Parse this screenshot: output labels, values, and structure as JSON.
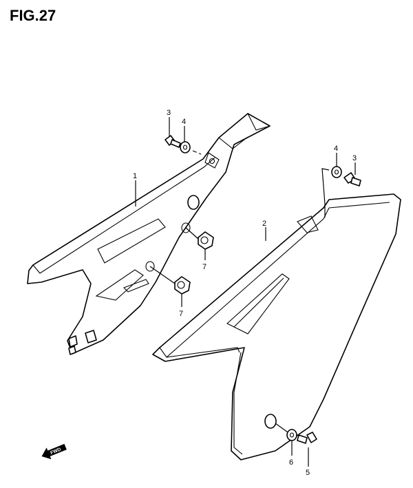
{
  "figure": {
    "title": "FIG.27"
  },
  "callouts": [
    {
      "id": "c1",
      "label": "1"
    },
    {
      "id": "c2",
      "label": "2"
    },
    {
      "id": "c3a",
      "label": "3"
    },
    {
      "id": "c3b",
      "label": "3"
    },
    {
      "id": "c4a",
      "label": "4"
    },
    {
      "id": "c4b",
      "label": "4"
    },
    {
      "id": "c5",
      "label": "5"
    },
    {
      "id": "c6",
      "label": "6"
    },
    {
      "id": "c7a",
      "label": "7"
    },
    {
      "id": "c7b",
      "label": "7"
    }
  ],
  "direction_arrow": {
    "label": "FWD",
    "icon": "fwd-arrow-icon"
  },
  "colors": {
    "line": "#000000",
    "background": "#ffffff"
  }
}
